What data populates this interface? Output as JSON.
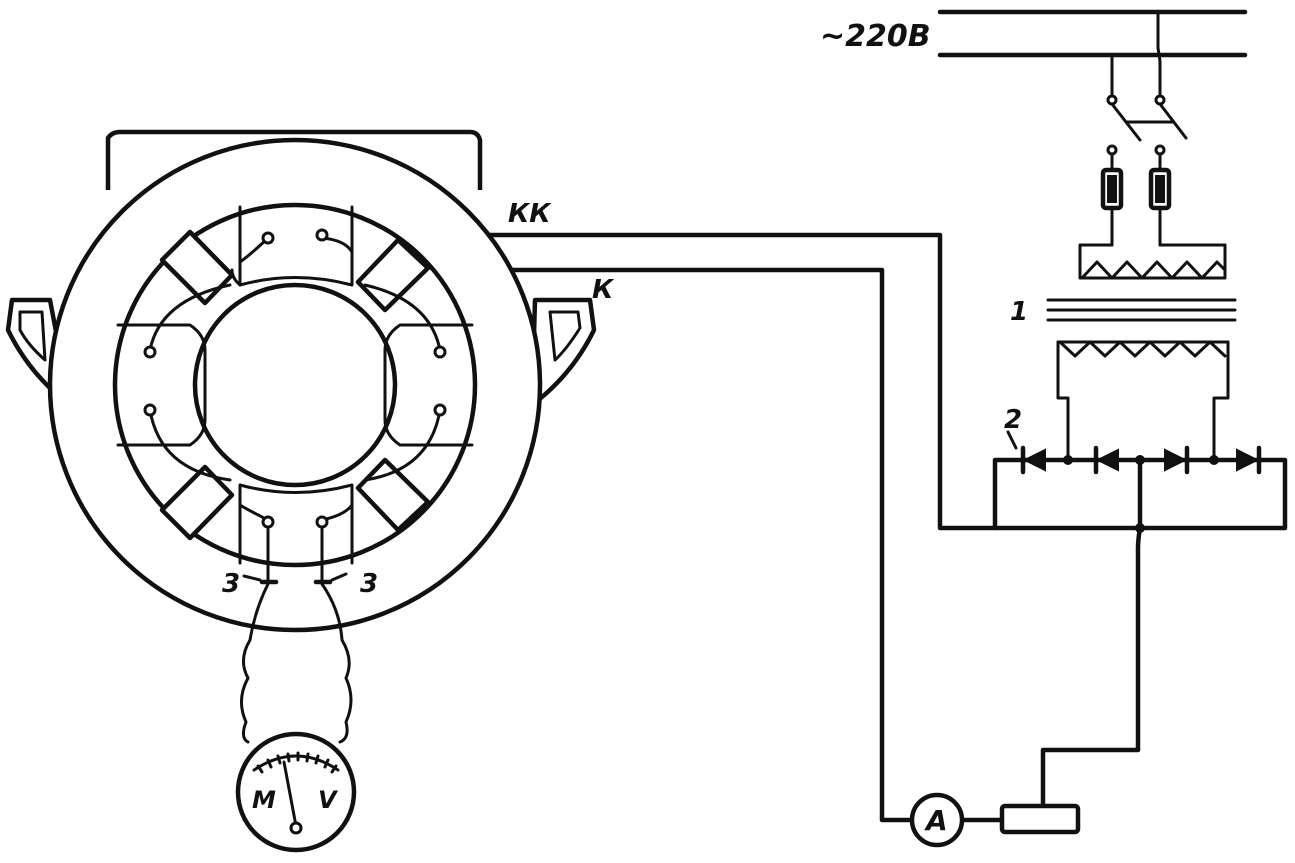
{
  "labels": {
    "supply": "~220В",
    "coil_kk": "КК",
    "coil_k": "К",
    "transformer": "1",
    "rectifier": "2",
    "probe_left": "3",
    "probe_right": "3",
    "ammeter": "A",
    "meter_left": "M",
    "meter_right": "V"
  }
}
